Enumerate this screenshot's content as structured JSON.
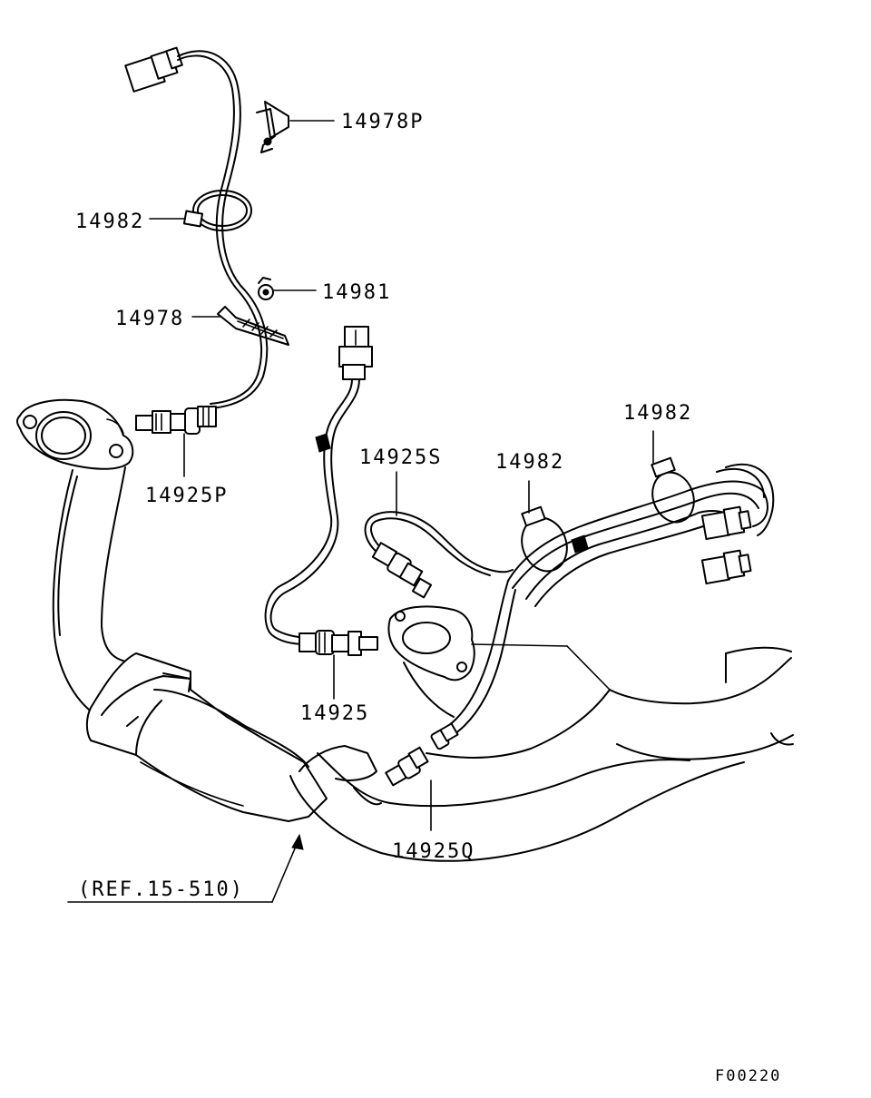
{
  "labels": {
    "p14978p": "14978P",
    "p14982_top": "14982",
    "p14981": "14981",
    "p14978": "14978",
    "p14925p": "14925P",
    "p14925s": "14925S",
    "p14982_mid": "14982",
    "p14982_right": "14982",
    "p14925": "14925",
    "p14925q": "14925Q",
    "ref": "(REF.15-510)",
    "figure_code": "F00220"
  }
}
